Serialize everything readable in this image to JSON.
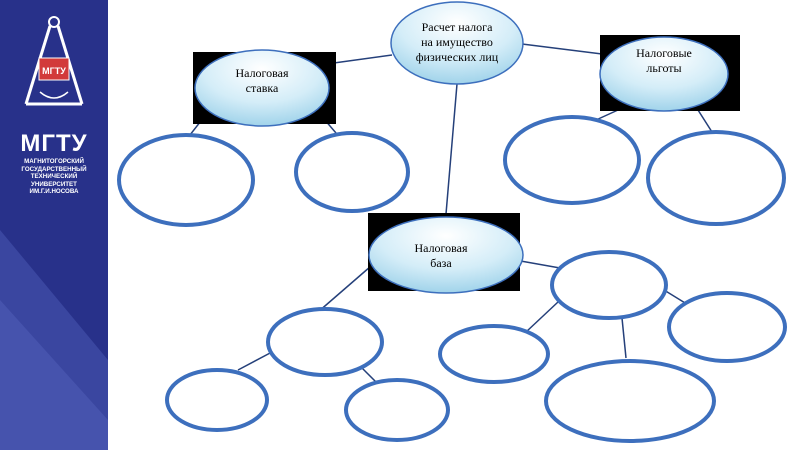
{
  "logo": {
    "title": "МГТУ",
    "emblem_text": "МГТУ",
    "subtitle_lines": [
      "МАГНИТОГОРСКИЙ",
      "ГОСУДАРСТВЕННЫЙ",
      "ТЕХНИЧЕСКИЙ",
      "УНИВЕРСИТЕТ",
      "ИМ.Г.И.НОСОВА"
    ]
  },
  "nodes": {
    "root": "Расчет налога\nна имущество\nфизических лиц",
    "rate": "Налоговая\nставка",
    "benefits": "Налоговые\nльготы",
    "base": "Налоговая\nбаза"
  },
  "colors": {
    "sidebar": "#28318a",
    "ellipse_fill_light": "#ffffff",
    "ellipse_fill_dark": "#a9d8ee",
    "empty_outline": "#3d6fbd",
    "connector": "#25407a",
    "box": "#000000"
  }
}
